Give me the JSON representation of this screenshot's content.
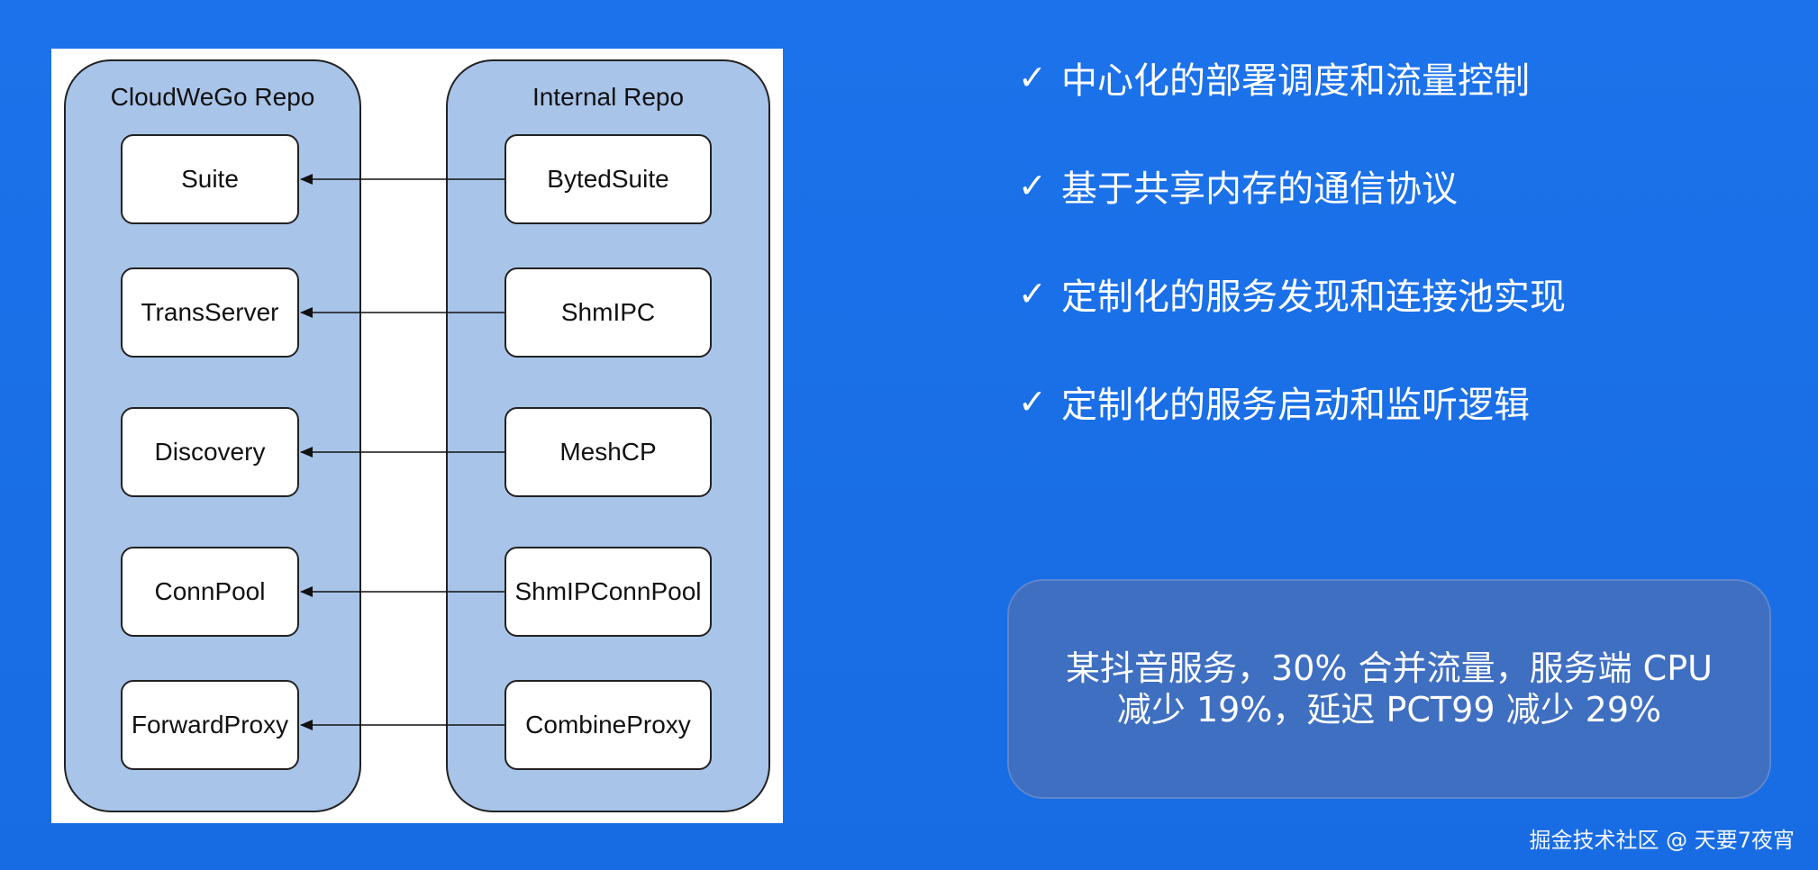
{
  "diagram": {
    "left_repo": {
      "title": "CloudWeGo Repo",
      "nodes": [
        "Suite",
        "TransServer",
        "Discovery",
        "ConnPool",
        "ForwardProxy"
      ]
    },
    "right_repo": {
      "title": "Internal Repo",
      "nodes": [
        "BytedSuite",
        "ShmIPC",
        "MeshCP",
        "ShmIPConnPool",
        "CombineProxy"
      ]
    }
  },
  "bullets": {
    "check_glyph": "✓",
    "items": [
      "中心化的部署调度和流量控制",
      "基于共享内存的通信协议",
      "定制化的服务发现和连接池实现",
      "定制化的服务启动和监听逻辑"
    ]
  },
  "result": {
    "line1": "某抖音服务，30% 合并流量，服务端 CPU",
    "line2": "减少 19%，延迟 PCT99 减少 29%"
  },
  "footer": "掘金技术社区 @ 天要7夜宵"
}
